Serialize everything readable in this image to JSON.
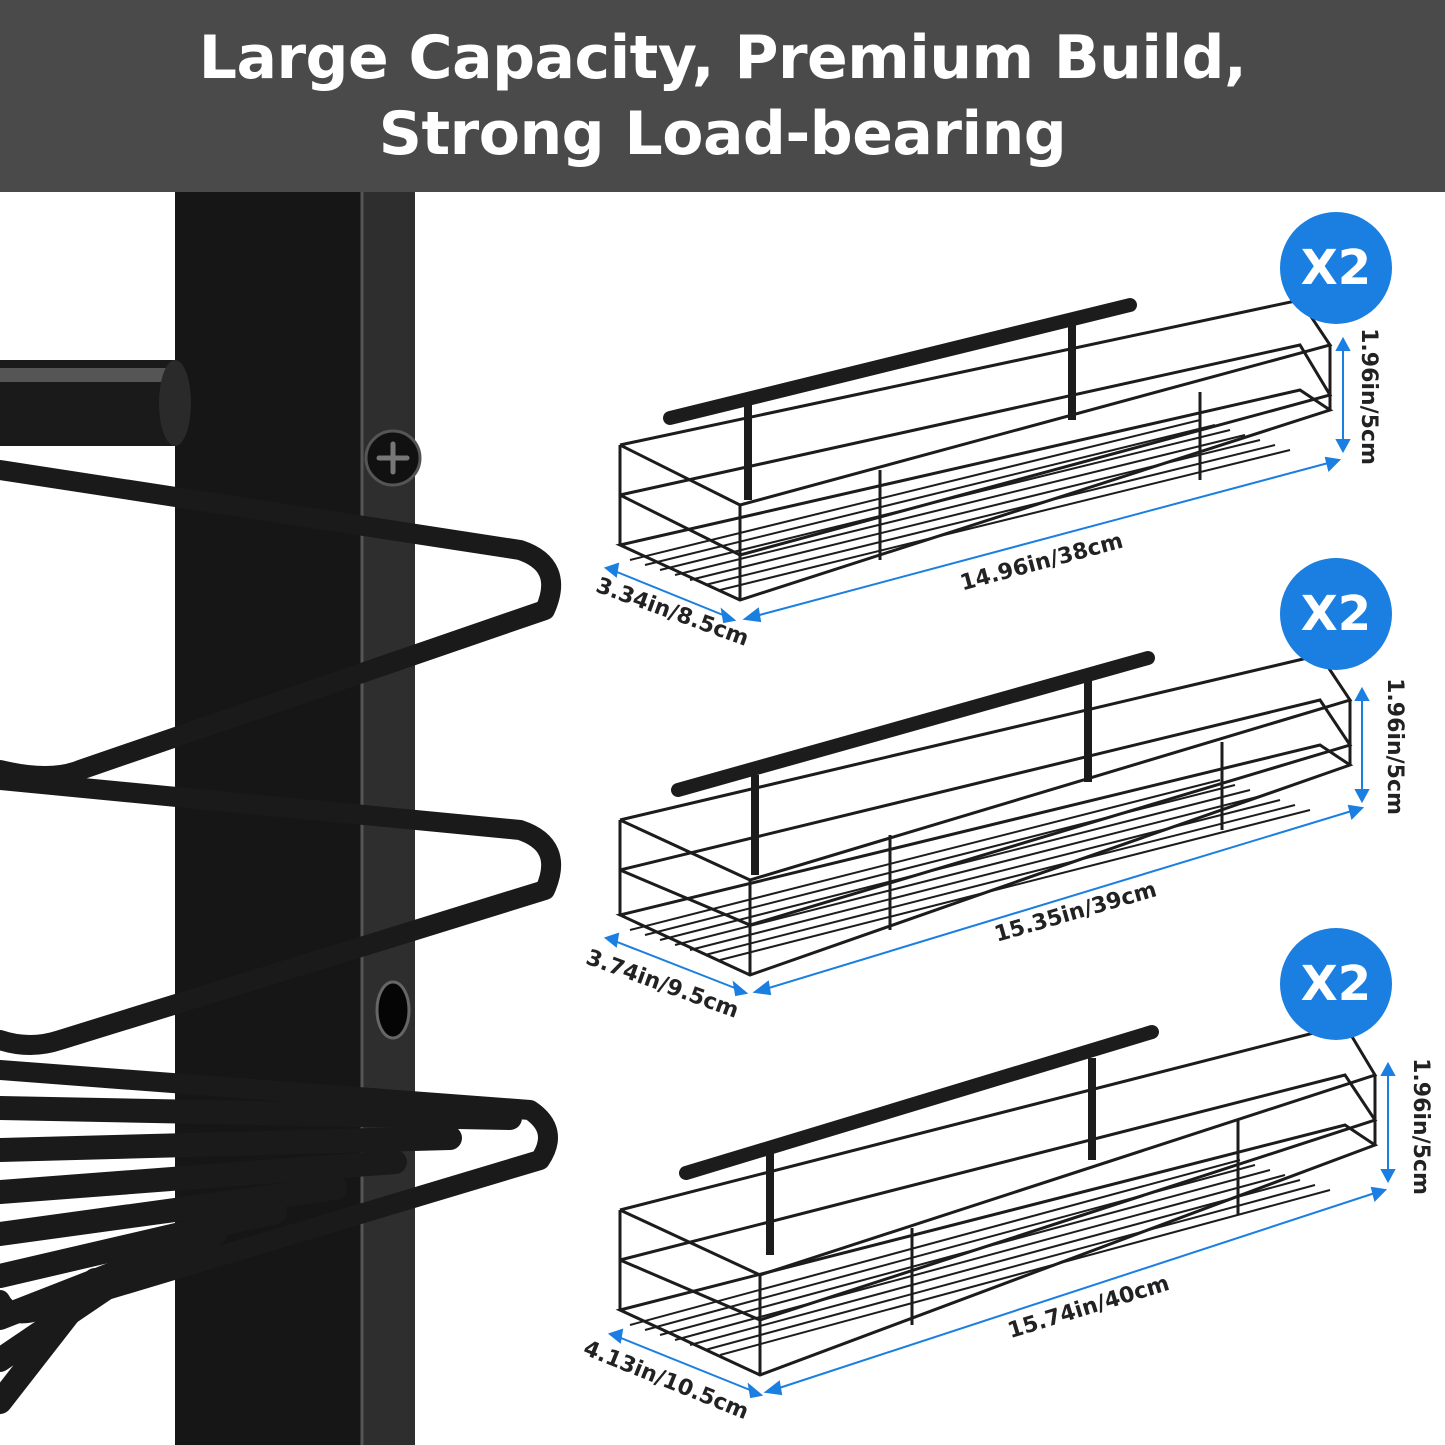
{
  "banner": {
    "line1": "Large Capacity, Premium Build,",
    "line2": "Strong Load-bearing"
  },
  "colors": {
    "banner_bg": "#4a4a4a",
    "badge_bg": "#1a7fe0",
    "dimension_line": "#1a7fe0",
    "metal": "#1c1c1c"
  },
  "shelves": [
    {
      "quantity": "X2",
      "length": "14.96in/38cm",
      "depth": "3.34in/8.5cm",
      "height": "1.96in/5cm"
    },
    {
      "quantity": "X2",
      "length": "15.35in/39cm",
      "depth": "3.74in/9.5cm",
      "height": "1.96in/5cm"
    },
    {
      "quantity": "X2",
      "length": "15.74in/40cm",
      "depth": "4.13in/10.5cm",
      "height": "1.96in/5cm"
    }
  ]
}
